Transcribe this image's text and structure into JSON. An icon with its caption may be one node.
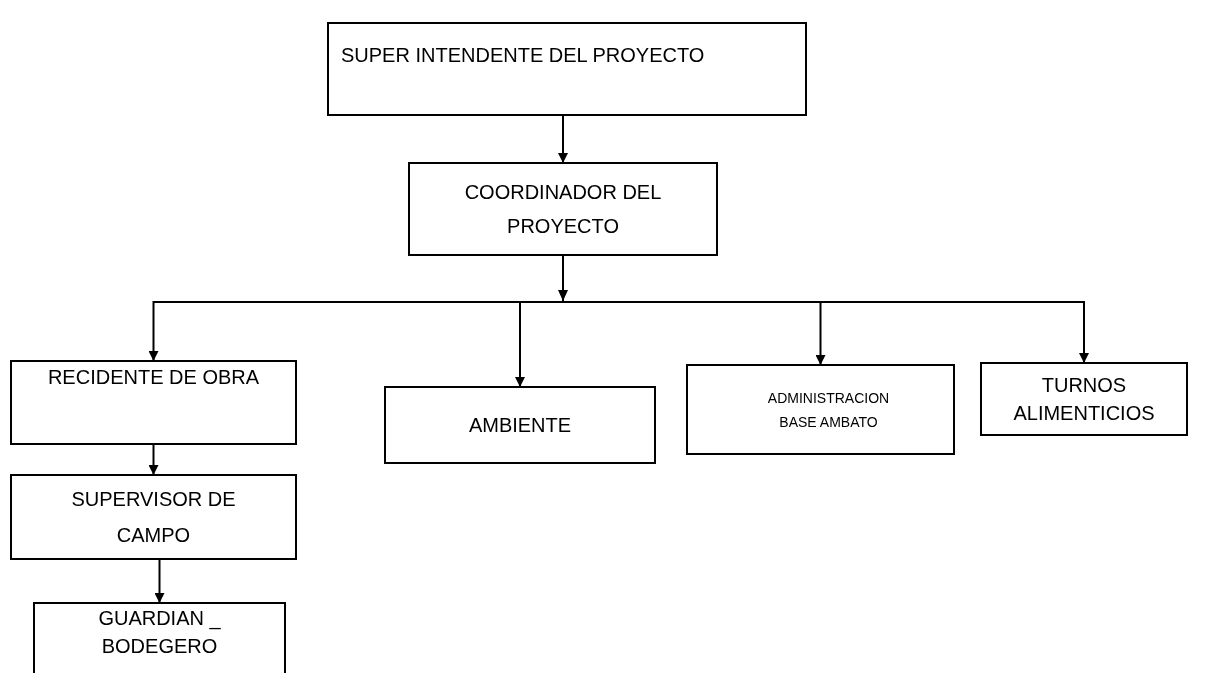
{
  "diagram": {
    "nodes": [
      {
        "text": [
          "SUPER INTENDENTE DEL PROYECTO"
        ]
      },
      {
        "text": [
          "COORDINADOR DEL PROYECTO"
        ]
      },
      {
        "text": [
          "RECIDENTE DE OBRA"
        ]
      },
      {
        "text": [
          "AMBIENTE"
        ]
      },
      {
        "text": [
          "ADMINISTRACION BASE AMBATO"
        ]
      },
      {
        "text": [
          "TURNOS ALIMENTICIOS"
        ]
      },
      {
        "text": [
          "SUPERVISOR DE CAMPO"
        ]
      },
      {
        "text": [
          "GUARDIAN _ BODEGERO"
        ]
      }
    ],
    "edges": [
      {
        "from": 0,
        "to": 1,
        "arrow": "to"
      },
      {
        "from": 1,
        "to": 2,
        "arrow": "to"
      },
      {
        "from": 1,
        "to": 3,
        "arrow": "to"
      },
      {
        "from": 1,
        "to": 4,
        "arrow": "to"
      },
      {
        "from": 1,
        "to": 5,
        "arrow": "to"
      },
      {
        "from": 2,
        "to": 6,
        "arrow": "to"
      },
      {
        "from": 6,
        "to": 7,
        "arrow": "to"
      }
    ]
  }
}
